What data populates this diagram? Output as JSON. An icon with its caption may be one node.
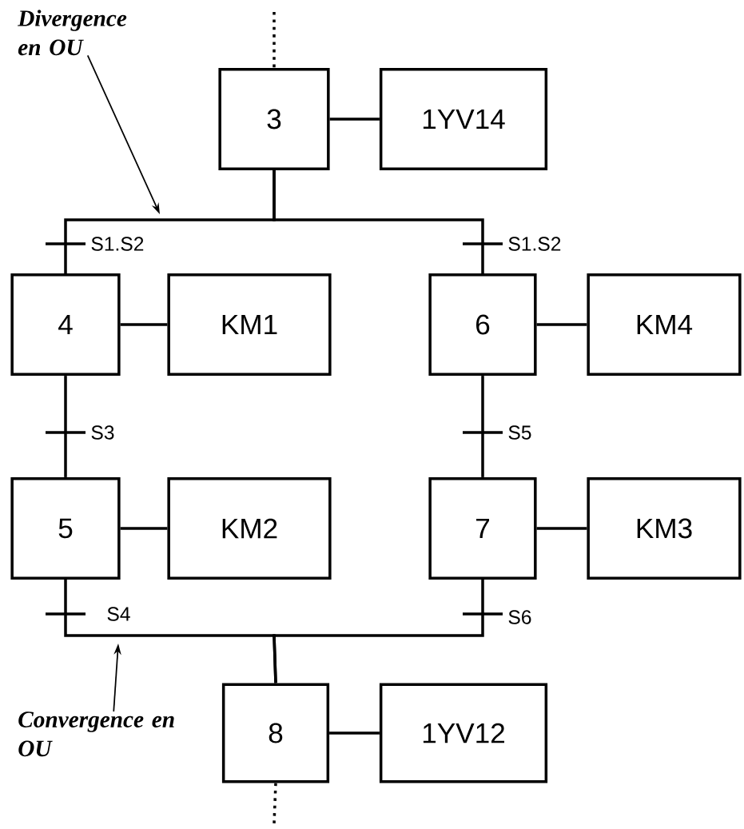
{
  "diagram": {
    "nodes": [
      {
        "text": [
          "3"
        ]
      },
      {
        "text": [
          "1YV14"
        ]
      },
      {
        "text": [
          "4"
        ]
      },
      {
        "text": [
          "KM1"
        ]
      },
      {
        "text": [
          "6"
        ]
      },
      {
        "text": [
          "KM4"
        ]
      },
      {
        "text": [
          "5"
        ]
      },
      {
        "text": [
          "KM2"
        ]
      },
      {
        "text": [
          "7"
        ]
      },
      {
        "text": [
          "KM3"
        ]
      },
      {
        "text": [
          "8"
        ]
      },
      {
        "text": [
          "1YV12"
        ]
      },
      {
        "text": [
          "Divergence en OU"
        ]
      },
      {
        "text": [
          "Convergence en OU"
        ]
      }
    ],
    "edges": [
      {
        "from": null,
        "to": 0,
        "arrow": "none",
        "style": "dashed"
      },
      {
        "from": 0,
        "to": 1,
        "arrow": "none"
      },
      {
        "from": 0,
        "to": 2,
        "arrow": "none",
        "label": "S1.S2"
      },
      {
        "from": 0,
        "to": 4,
        "arrow": "none",
        "label": "S1.S2"
      },
      {
        "from": 2,
        "to": 3,
        "arrow": "none"
      },
      {
        "from": 4,
        "to": 5,
        "arrow": "none"
      },
      {
        "from": 2,
        "to": 6,
        "arrow": "none",
        "label": "S3"
      },
      {
        "from": 4,
        "to": 8,
        "arrow": "none",
        "label": "S5"
      },
      {
        "from": 6,
        "to": 7,
        "arrow": "none"
      },
      {
        "from": 8,
        "to": 9,
        "arrow": "none"
      },
      {
        "from": 6,
        "to": 10,
        "arrow": "none",
        "label": "S4"
      },
      {
        "from": 8,
        "to": 10,
        "arrow": "none",
        "label": "S6"
      },
      {
        "from": 10,
        "to": 11,
        "arrow": "none"
      },
      {
        "from": 10,
        "to": null,
        "arrow": "none",
        "style": "dashed"
      },
      {
        "from": 12,
        "to": null,
        "arrow": "to"
      },
      {
        "from": 13,
        "to": null,
        "arrow": "to"
      }
    ]
  }
}
